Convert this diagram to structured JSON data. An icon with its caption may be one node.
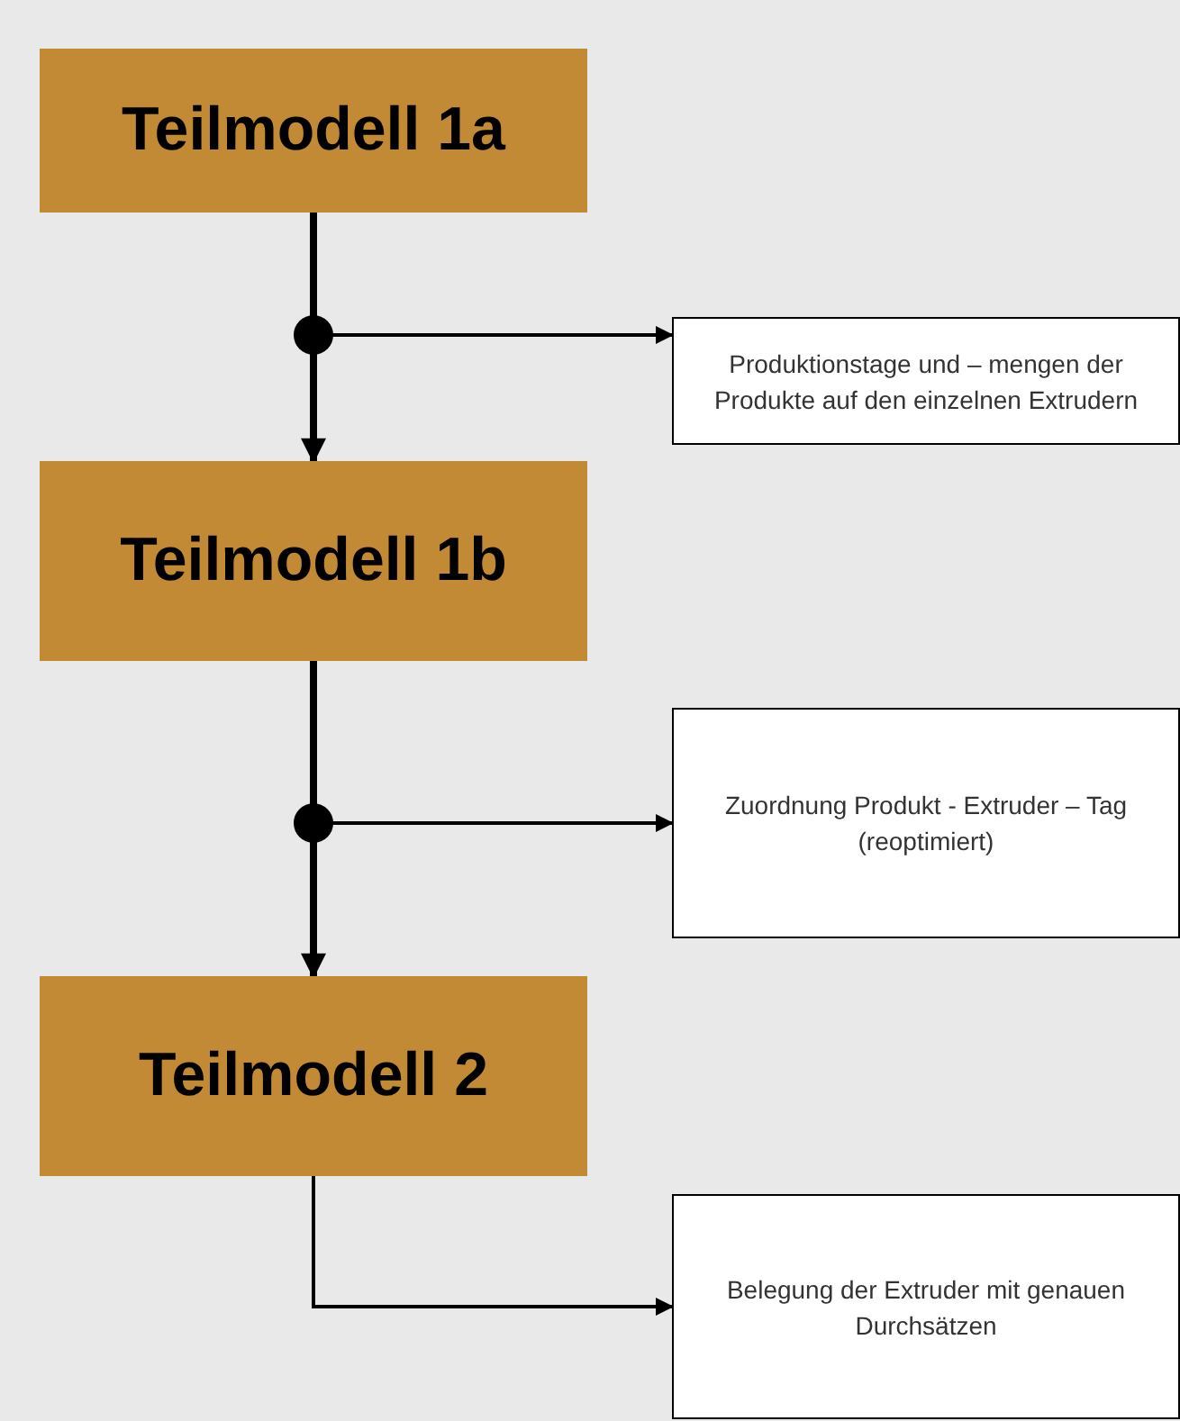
{
  "diagram": {
    "nodes": [
      {
        "text": [
          "Teilmodell 1a"
        ]
      },
      {
        "text": [
          "Produktionstage und – mengen der Produkte auf den einzelnen Extrudern"
        ]
      },
      {
        "text": [
          "Teilmodell 1b"
        ]
      },
      {
        "text": [
          "Zuordnung Produkt - Extruder – Tag (reoptimiert)"
        ]
      },
      {
        "text": [
          "Teilmodell 2"
        ]
      },
      {
        "text": [
          "Belegung der Extruder mit genauen Durchsätzen"
        ]
      }
    ],
    "edges": [
      {
        "from": 0,
        "to": 2,
        "arrow": "to",
        "style": "thick"
      },
      {
        "from": 0,
        "to": 1,
        "arrow": "to"
      },
      {
        "from": 2,
        "to": 4,
        "arrow": "to",
        "style": "thick"
      },
      {
        "from": 2,
        "to": 3,
        "arrow": "to"
      },
      {
        "from": 4,
        "to": 5,
        "arrow": "to"
      }
    ]
  }
}
